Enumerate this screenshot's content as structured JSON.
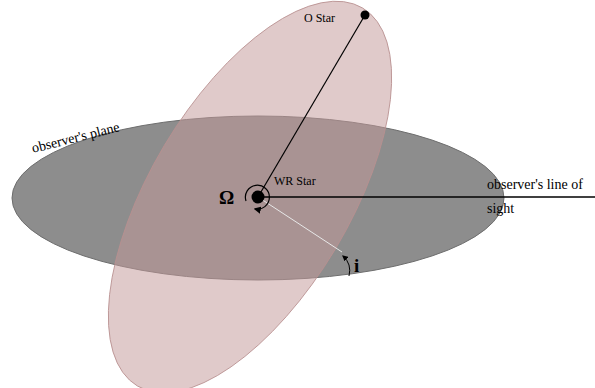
{
  "diagram": {
    "labels": [
      "O Star",
      "observer's plane",
      "Ω",
      "WR Star",
      "observer's line of sight",
      "i"
    ]
  }
}
